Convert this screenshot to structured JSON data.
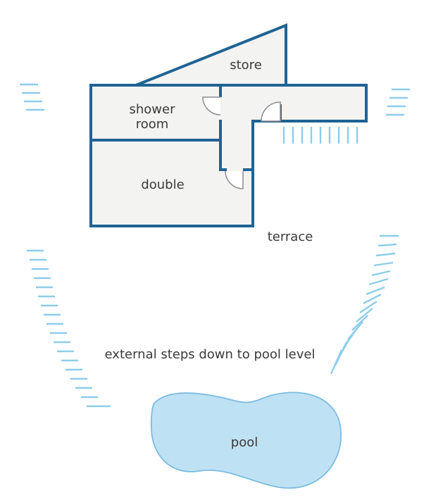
{
  "labels": {
    "store": "store",
    "shower_room_line1": "shower",
    "shower_room_line2": "room",
    "double": "double",
    "terrace": "terrace",
    "external_steps": "external steps down to pool level",
    "pool": "pool"
  },
  "colors": {
    "wall": "#1f6394",
    "floor": "#f3f3f2",
    "steps": "#8dcdea",
    "pool_fill": "#bfe1f4",
    "pool_stroke": "#7bbce0",
    "text": "#3a3a3a"
  }
}
